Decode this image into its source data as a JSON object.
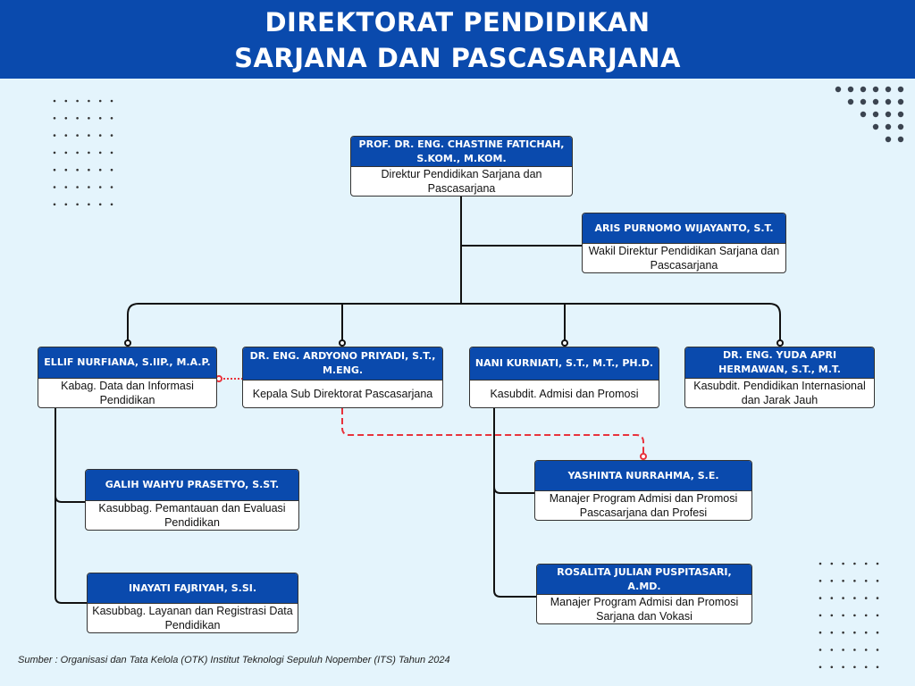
{
  "title": {
    "line1": "DIREKTORAT PENDIDIKAN",
    "line2": "SARJANA DAN PASCASARJANA"
  },
  "nodes": {
    "director": {
      "name": "PROF. DR. ENG. CHASTINE FATICHAH, S.KOM., M.KOM.",
      "role": "Direktur Pendidikan Sarjana dan Pascasarjana"
    },
    "deputy": {
      "name": "ARIS PURNOMO WIJAYANTO, S.T.",
      "role": "Wakil Direktur Pendidikan Sarjana dan Pascasarjana"
    },
    "ellif": {
      "name": "ELLIF NURFIANA, S.IIP., M.A.P.",
      "role": "Kabag. Data dan Informasi Pendidikan"
    },
    "ardyono": {
      "name": "DR. ENG. ARDYONO PRIYADI, S.T., M.ENG.",
      "role": "Kepala Sub Direktorat Pascasarjana"
    },
    "nani": {
      "name": "NANI KURNIATI, S.T., M.T., PH.D.",
      "role": "Kasubdit. Admisi dan Promosi"
    },
    "yuda": {
      "name": "DR. ENG. YUDA APRI HERMAWAN, S.T., M.T.",
      "role": "Kasubdit. Pendidikan Internasional dan Jarak Jauh"
    },
    "galih": {
      "name": "GALIH WAHYU PRASETYO, S.ST.",
      "role": "Kasubbag. Pemantauan dan Evaluasi Pendidikan"
    },
    "inayati": {
      "name": "INAYATI FAJRIYAH, S.SI.",
      "role": "Kasubbag. Layanan dan Registrasi Data Pendidikan"
    },
    "yashinta": {
      "name": "YASHINTA NURRAHMA, S.E.",
      "role": "Manajer Program Admisi dan Promosi Pascasarjana dan Profesi"
    },
    "rosalita": {
      "name": "ROSALITA JULIAN PUSPITASARI, A.MD.",
      "role": "Manajer Program Admisi dan Promosi Sarjana dan Vokasi"
    }
  },
  "source": "Sumber : Organisasi dan Tata Kelola (OTK) Institut Teknologi Sepuluh Nopember (ITS) Tahun 2024",
  "colors": {
    "header": "#0a4aad",
    "background": "#e4f4fc",
    "dashed": "#e8323c"
  }
}
